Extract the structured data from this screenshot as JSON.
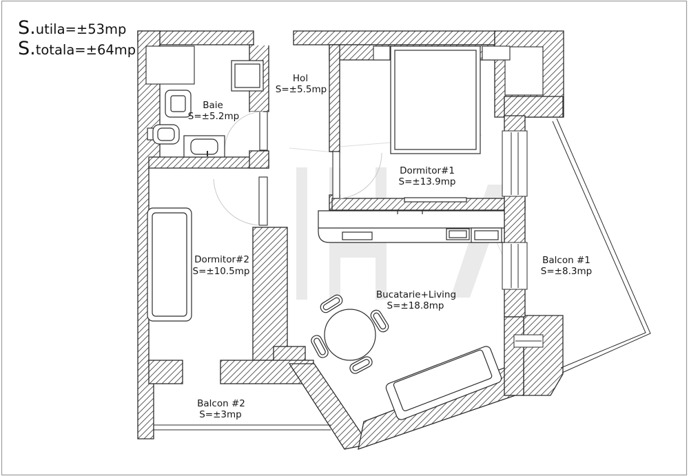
{
  "header": {
    "line1_prefix": "S.",
    "line1_text": "utila=±53mp",
    "line2_prefix": "S.",
    "line2_text": "totala=±64mp"
  },
  "rooms": [
    {
      "name": "Baie",
      "area": "S=±5.2mp"
    },
    {
      "name": "Hol",
      "area": "S=±5.5mp"
    },
    {
      "name": "Dormitor#1",
      "area": "S=±13.9mp"
    },
    {
      "name": "Dormitor#2",
      "area": "S=±10.5mp"
    },
    {
      "name": "Bucatarie+Living",
      "area": "S=±18.8mp"
    },
    {
      "name": "Balcon #1",
      "area": "S=±8.3mp"
    },
    {
      "name": "Balcon #2",
      "area": "S=±3mp"
    }
  ],
  "colors": {
    "wall_line": "#2b2b2b",
    "hatch_line": "#4a4a4a",
    "text": "#161616",
    "page_border": "#9c9c9c",
    "watermark": "#eaeaea",
    "faint_line": "#d9d9d9"
  }
}
